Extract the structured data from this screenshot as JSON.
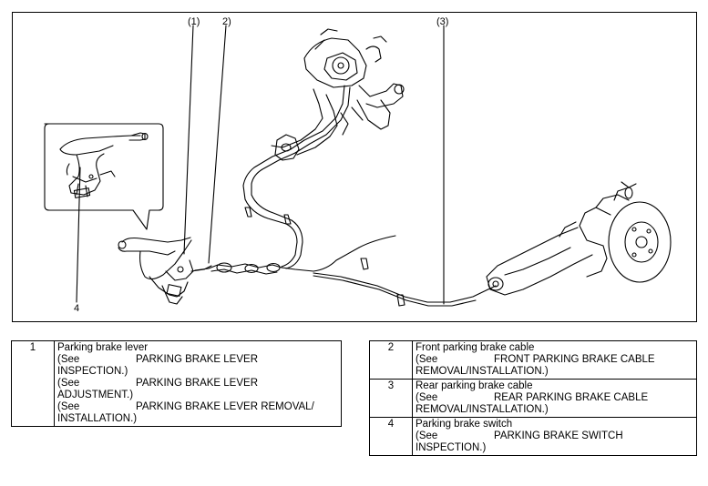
{
  "callouts": {
    "c1": "(1)",
    "c2": "2)",
    "c3": "(3)",
    "c4": "4"
  },
  "parts": {
    "p1": {
      "number": "1",
      "name": "Parking brake lever",
      "ref1_see": "(See",
      "ref1_line1": "PARKING BRAKE LEVER",
      "ref1_line2": "INSPECTION.)",
      "ref2_see": "(See",
      "ref2_line1": "PARKING BRAKE LEVER",
      "ref2_line2": "ADJUSTMENT.)",
      "ref3_see": "(See",
      "ref3_line1": "PARKING BRAKE LEVER REMOVAL/",
      "ref3_line2": "INSTALLATION.)"
    },
    "p2": {
      "number": "2",
      "name": "Front parking brake cable",
      "ref_see": "(See",
      "ref_line1": "FRONT PARKING BRAKE CABLE",
      "ref_line2": "REMOVAL/INSTALLATION.)"
    },
    "p3": {
      "number": "3",
      "name": "Rear parking brake cable",
      "ref_see": "(See",
      "ref_line1": "REAR PARKING BRAKE CABLE",
      "ref_line2": "REMOVAL/INSTALLATION.)"
    },
    "p4": {
      "number": "4",
      "name": "Parking brake switch",
      "ref_see": "(See",
      "ref_line1": "PARKING BRAKE SWITCH",
      "ref_line2": "INSPECTION.)"
    }
  }
}
